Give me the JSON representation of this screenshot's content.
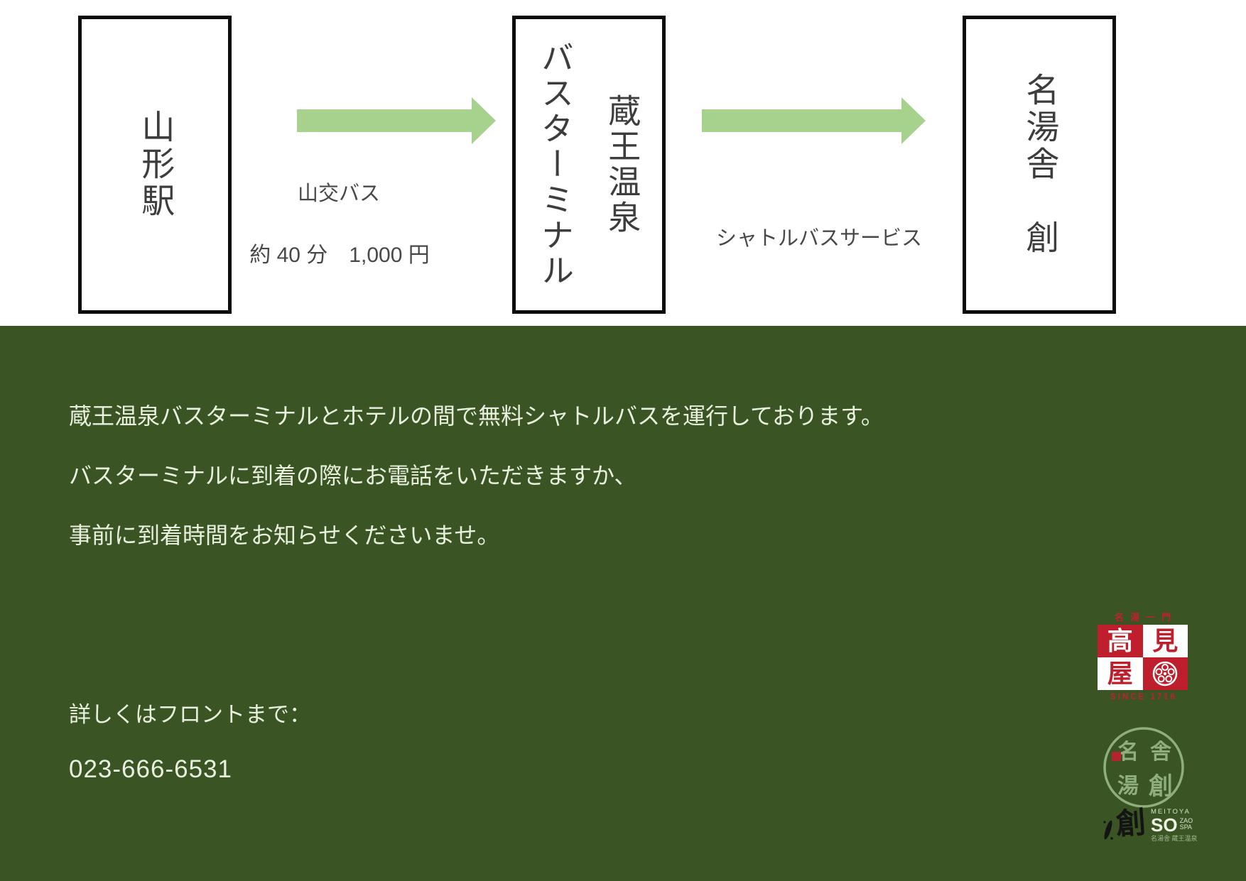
{
  "flow": {
    "station_start": "山形駅",
    "terminal_line1": "蔵王温泉",
    "terminal_line2": "バスターミナル",
    "hotel": "名湯舎　創",
    "leg1_label": "山交バス",
    "leg1_detail": "約 40 分　1,000 円",
    "leg2_label": "シャトルバスサービス"
  },
  "notice": {
    "line1": "蔵王温泉バスターミナルとホテルの間で無料シャトルバスを運行しております。",
    "line2": "バスターミナルに到着の際にお電話をいただきますか、",
    "line3": "事前に到着時間をお知らせくださいませ。",
    "contact_label": "詳しくはフロントまで：",
    "phone": "023-666-6531"
  },
  "logos": {
    "takamiya": {
      "motto": "名湯一門",
      "tile_top_left": "高",
      "tile_top_right": "見",
      "tile_bottom_left": "屋",
      "crest_icon": "plum-blossom-crest",
      "since": "SINCE 1716"
    },
    "meitoya": {
      "circle_char1": "名",
      "circle_char2": "舎",
      "circle_char3": "湯",
      "circle_char4": "創",
      "brush_char": "創",
      "name_en": "MEITOYA",
      "so": "SO",
      "zao": "ZAO",
      "spa": "SPA",
      "name_jp": "名湯舎 蔵王温泉"
    }
  },
  "colors": {
    "background_white": "#ffffff",
    "background_green": "#3a5424",
    "arrow_green": "#a6d28e",
    "seal_red": "#bf1e2c",
    "box_border": "#0b0b0b",
    "box_text": "#3d3d3d",
    "notice_text": "#e9f0df"
  }
}
